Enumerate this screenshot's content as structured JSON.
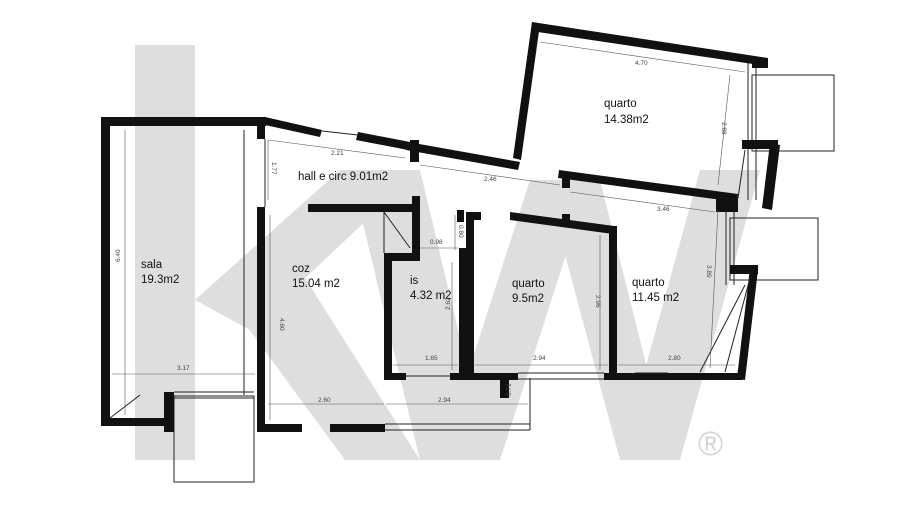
{
  "watermark": {
    "mark": "®",
    "color": "#d9d9d9"
  },
  "colors": {
    "wall": "#111111",
    "line": "#222222",
    "dimension": "#555555"
  },
  "rooms": {
    "sala": {
      "name": "sala",
      "area": "19.3m2"
    },
    "hall": {
      "name": "hall e circ 9.01m2"
    },
    "coz": {
      "name": "coz",
      "area": "15.04  m2"
    },
    "is": {
      "name": "is",
      "area": "4.32  m2"
    },
    "quarto_top": {
      "name": "quarto",
      "area": "14.38m2"
    },
    "quarto_mid": {
      "name": "quarto",
      "area": "9.5m2"
    },
    "quarto_right": {
      "name": "quarto",
      "area": "11.45  m2"
    }
  },
  "dimensions": {
    "d_470": "4.70",
    "d_288": "2.88",
    "d_221": "2.21",
    "d_177": "1.77",
    "d_246": "2.46",
    "d_346": "3.46",
    "d_640": "6.40",
    "d_098": "0.98",
    "d_080": "0.80",
    "d_389": "3.89",
    "d_460": "4.60",
    "d_262": "2.62",
    "d_296": "2.96",
    "d_165": "1.65",
    "d_294a": "2.94",
    "d_280": "2.80",
    "d_317": "3.17",
    "d_260": "2.60",
    "d_294b": "2.94",
    "d_071": "0.71"
  }
}
